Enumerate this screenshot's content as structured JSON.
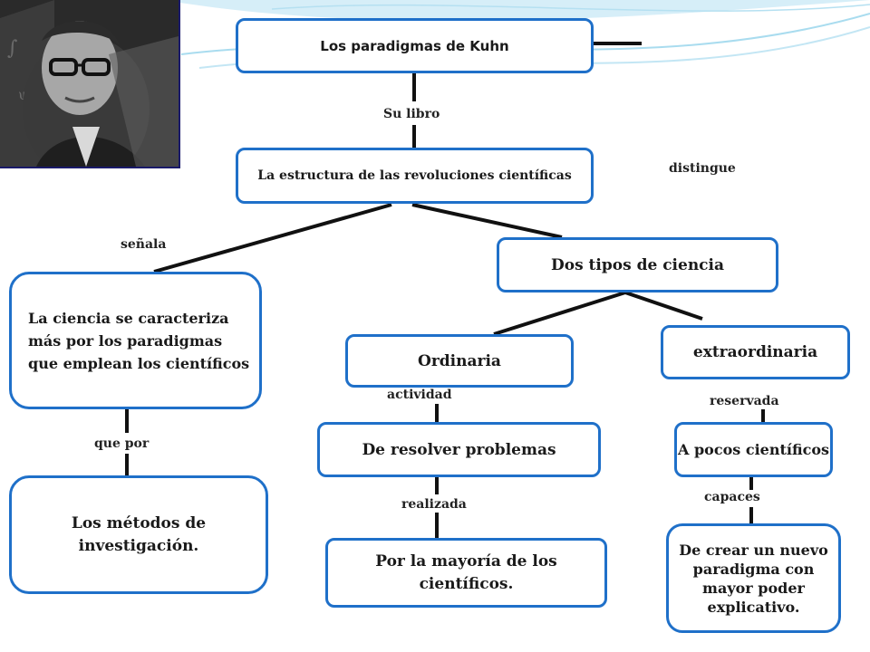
{
  "colors": {
    "node_border": "#1f70c9",
    "connector": "#111111",
    "swoosh": "#9dd6ee"
  },
  "photo": {
    "icon": "portrait-photo"
  },
  "nodes": {
    "title": "Los paradigmas  de Kuhn",
    "book": "La estructura de las revoluciones científicas",
    "senala": "La ciencia se caracteriza más por los paradigmas que emplean los científicos",
    "dos_tipos": "Dos tipos de ciencia",
    "ordinaria": "Ordinaria",
    "extraordinaria": "extraordinaria",
    "resolver": "De resolver problemas",
    "pocos": "A pocos científicos",
    "metodos": "Los métodos  de investigación.",
    "mayoria": "Por la mayoría de los científicos.",
    "crear": "De crear un nuevo paradigma con mayor poder explicativo."
  },
  "labels": {
    "su_libro": "Su libro",
    "distingue": "distingue",
    "senala": "señala",
    "que_por": "que por",
    "actividad": "actividad",
    "realizada": "realizada",
    "reservada": "reservada",
    "capaces": "capaces"
  }
}
